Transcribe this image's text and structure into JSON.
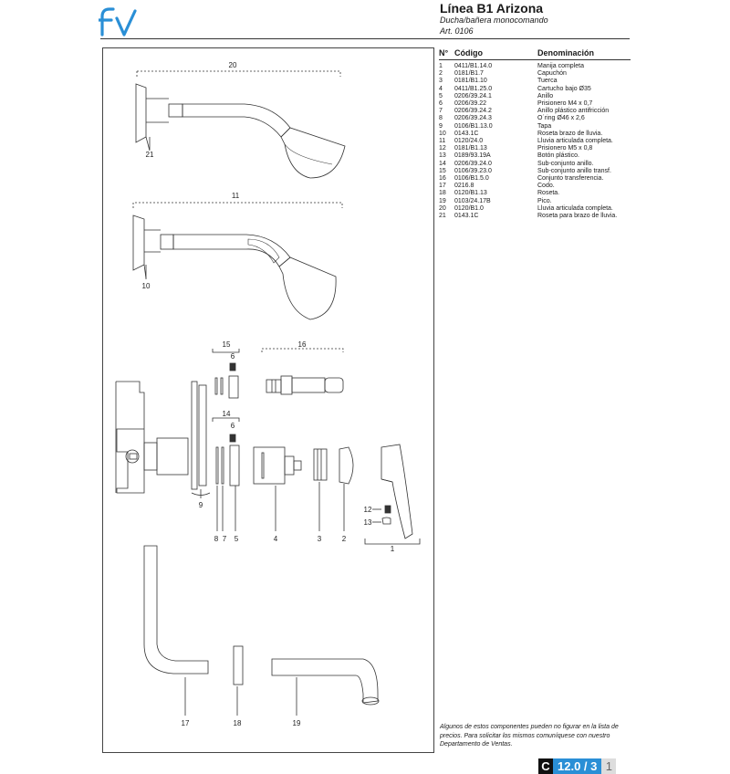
{
  "header": {
    "brand": "fv",
    "title": "Línea B1 Arizona",
    "subtitle": "Ducha/bañera monocomando",
    "article": "Art. 0106"
  },
  "parts_table": {
    "col_num": "N°",
    "col_code": "Código",
    "col_name": "Denominación",
    "rows": [
      {
        "n": "1",
        "code": "0411/B1.14.0",
        "name": "Manija completa"
      },
      {
        "n": "2",
        "code": "0181/B1.7",
        "name": "Capuchón"
      },
      {
        "n": "3",
        "code": "0181/B1.10",
        "name": "Tuerca"
      },
      {
        "n": "4",
        "code": "0411/B1.25.0",
        "name": "Cartucho bajo Ø35"
      },
      {
        "n": "5",
        "code": "0206/39.24.1",
        "name": "Anillo"
      },
      {
        "n": "6",
        "code": "0206/39.22",
        "name": "Prisionero M4 x 0,7"
      },
      {
        "n": "7",
        "code": "0206/39.24.2",
        "name": "Anillo plástico antifricción"
      },
      {
        "n": "8",
        "code": "0206/39.24.3",
        "name": "O´ring Ø46 x 2,6"
      },
      {
        "n": "9",
        "code": "0106/B1.13.0",
        "name": "Tapa"
      },
      {
        "n": "10",
        "code": "0143.1C",
        "name": "Roseta brazo de lluvia."
      },
      {
        "n": "11",
        "code": "0120/24.0",
        "name": "Lluvia articulada completa."
      },
      {
        "n": "12",
        "code": "0181/B1.13",
        "name": "Prisionero M5 x 0,8"
      },
      {
        "n": "13",
        "code": "0189/93.19A",
        "name": "Botón plástico."
      },
      {
        "n": "14",
        "code": "0206/39.24.0",
        "name": "Sub-conjunto anillo."
      },
      {
        "n": "15",
        "code": "0106/39.23.0",
        "name": "Sub-conjunto anillo transf."
      },
      {
        "n": "16",
        "code": "0106/B1.5.0",
        "name": "Conjunto transferencia."
      },
      {
        "n": "17",
        "code": "0216.8",
        "name": "Codo."
      },
      {
        "n": "18",
        "code": "0120/B1.13",
        "name": "Roseta."
      },
      {
        "n": "19",
        "code": "0103/24.17B",
        "name": "Pico."
      },
      {
        "n": "20",
        "code": "0120/B1.0",
        "name": "Lluvia articulada completa."
      },
      {
        "n": "21",
        "code": "0143.1C",
        "name": "Roseta para brazo de lluvia."
      }
    ]
  },
  "callouts": {
    "c1": "1",
    "c2": "2",
    "c3": "3",
    "c4": "4",
    "c5": "5",
    "c6a": "6",
    "c6b": "6",
    "c7": "7",
    "c8": "8",
    "c9": "9",
    "c10": "10",
    "c11": "11",
    "c12": "12",
    "c13": "13",
    "c14": "14",
    "c15": "15",
    "c16": "16",
    "c17": "17",
    "c18": "18",
    "c19": "19",
    "c20": "20",
    "c21": "21"
  },
  "footer": {
    "note": "Algunos de estos componentes pueden no figurar en la lista de precios. Para solicitar los mismos comuníquese con nuestro Departamento de Ventas.",
    "section": "C",
    "page_code": "12.0 / 3",
    "page": "1"
  },
  "colors": {
    "accent": "#2a8fd6",
    "ink": "#1a1a1a"
  }
}
